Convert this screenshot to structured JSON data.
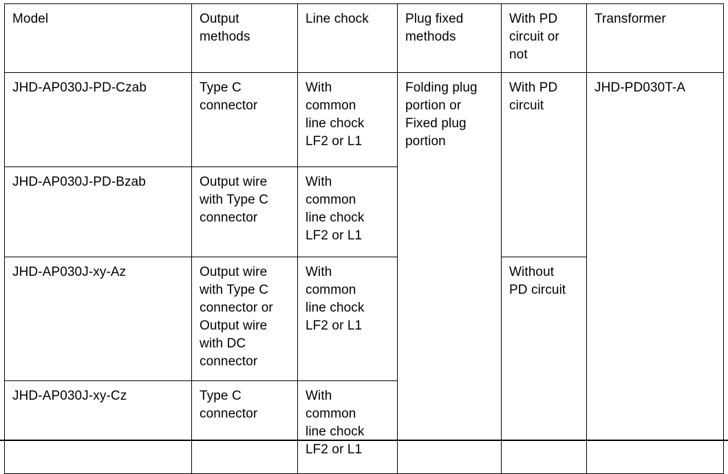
{
  "table": {
    "name": "model-specification-table",
    "columns": [
      {
        "key": "model",
        "header": "Model"
      },
      {
        "key": "output",
        "header": "Output\nmethods"
      },
      {
        "key": "chock",
        "header": "Line chock"
      },
      {
        "key": "plug",
        "header": "Plug fixed\nmethods"
      },
      {
        "key": "pd",
        "header": "With PD\ncircuit or\nnot"
      },
      {
        "key": "transformer",
        "header": "Transformer"
      }
    ],
    "rows": [
      {
        "model": "JHD-AP030J-PD-Czab",
        "output": "Type C\nconnector",
        "chock": "With\ncommon\nline chock\nLF2 or L1",
        "plug": "Folding plug\nportion or\nFixed plug\nportion",
        "pd": "With PD\ncircuit",
        "transformer": "JHD-PD030T-A"
      },
      {
        "model": "JHD-AP030J-PD-Bzab",
        "output": "Output wire\nwith Type C\nconnector",
        "chock": "With\ncommon\nline chock\nLF2 or L1"
      },
      {
        "model": "JHD-AP030J-xy-Az",
        "output": "Output wire\nwith Type C\nconnector or\nOutput wire\nwith DC\nconnector",
        "chock": "With\ncommon\nline chock\nLF2 or L1",
        "pd": "Without\nPD circuit"
      },
      {
        "model": "JHD-AP030J-xy-Cz",
        "output": "Type C\nconnector",
        "chock": "With\ncommon\nline chock\nLF2 or L1"
      }
    ]
  },
  "colors": {
    "text": "#000000",
    "border": "#000000",
    "background": "#ffffff"
  }
}
